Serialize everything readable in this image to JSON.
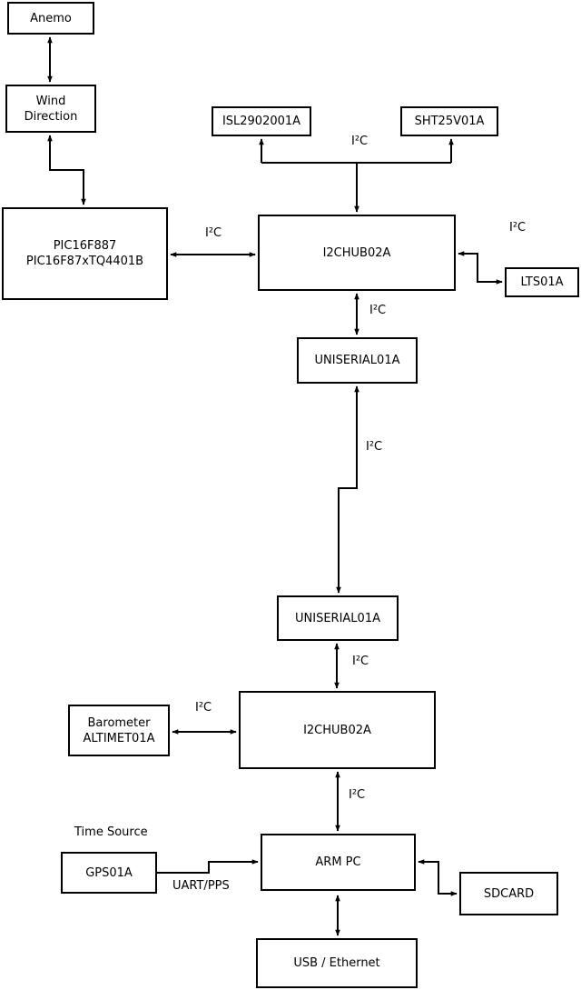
{
  "diagram": {
    "nodes": {
      "anemo": {
        "label": "Anemo"
      },
      "wind_direction": {
        "label": "Wind\nDirection"
      },
      "pic": {
        "label": "PIC16F887\nPIC16F87xTQ4401B"
      },
      "isl": {
        "label": "ISL2902001A"
      },
      "sht": {
        "label": "SHT25V01A"
      },
      "hub1": {
        "label": "I2CHUB02A"
      },
      "lts": {
        "label": "LTS01A"
      },
      "uniserial1": {
        "label": "UNISERIAL01A"
      },
      "uniserial2": {
        "label": "UNISERIAL01A"
      },
      "hub2": {
        "label": "I2CHUB02A"
      },
      "barometer": {
        "label": "Barometer\nALTIMET01A"
      },
      "gps": {
        "label": "GPS01A"
      },
      "arm_pc": {
        "label": "ARM PC"
      },
      "sdcard": {
        "label": "SDCARD"
      },
      "usb_ethernet": {
        "label": "USB / Ethernet"
      }
    },
    "edge_labels": {
      "i2c": "I²C",
      "uart_pps": "UART/PPS",
      "time_source": "Time Source"
    },
    "edges": [
      {
        "from": "Anemo",
        "to": "Wind Direction",
        "bidirectional": true,
        "label": ""
      },
      {
        "from": "Wind Direction",
        "to": "PIC16F887 PIC16F87xTQ4401B",
        "bidirectional": true,
        "label": ""
      },
      {
        "from": "PIC16F887 PIC16F87xTQ4401B",
        "to": "I2CHUB02A",
        "bidirectional": true,
        "label": "I²C"
      },
      {
        "from": "I2CHUB02A",
        "to": "ISL2902001A",
        "bidirectional": false,
        "label": "I²C"
      },
      {
        "from": "I2CHUB02A",
        "to": "SHT25V01A",
        "bidirectional": false,
        "label": "I²C"
      },
      {
        "from": "I2CHUB02A",
        "to": "LTS01A",
        "bidirectional": true,
        "label": "I²C"
      },
      {
        "from": "I2CHUB02A",
        "to": "UNISERIAL01A",
        "bidirectional": true,
        "label": "I²C"
      },
      {
        "from": "UNISERIAL01A",
        "to": "UNISERIAL01A",
        "bidirectional": true,
        "label": "I²C"
      },
      {
        "from": "UNISERIAL01A",
        "to": "I2CHUB02A",
        "bidirectional": true,
        "label": "I²C"
      },
      {
        "from": "Barometer ALTIMET01A",
        "to": "I2CHUB02A",
        "bidirectional": true,
        "label": "I²C"
      },
      {
        "from": "I2CHUB02A",
        "to": "ARM PC",
        "bidirectional": true,
        "label": "I²C"
      },
      {
        "from": "GPS01A",
        "to": "ARM PC",
        "bidirectional": false,
        "label": "UART/PPS"
      },
      {
        "from": "ARM PC",
        "to": "SDCARD",
        "bidirectional": true,
        "label": ""
      },
      {
        "from": "ARM PC",
        "to": "USB / Ethernet",
        "bidirectional": true,
        "label": ""
      }
    ],
    "colors": {
      "line": "#000000",
      "box_fill": "#ffffff",
      "background": "#ffffff"
    }
  }
}
